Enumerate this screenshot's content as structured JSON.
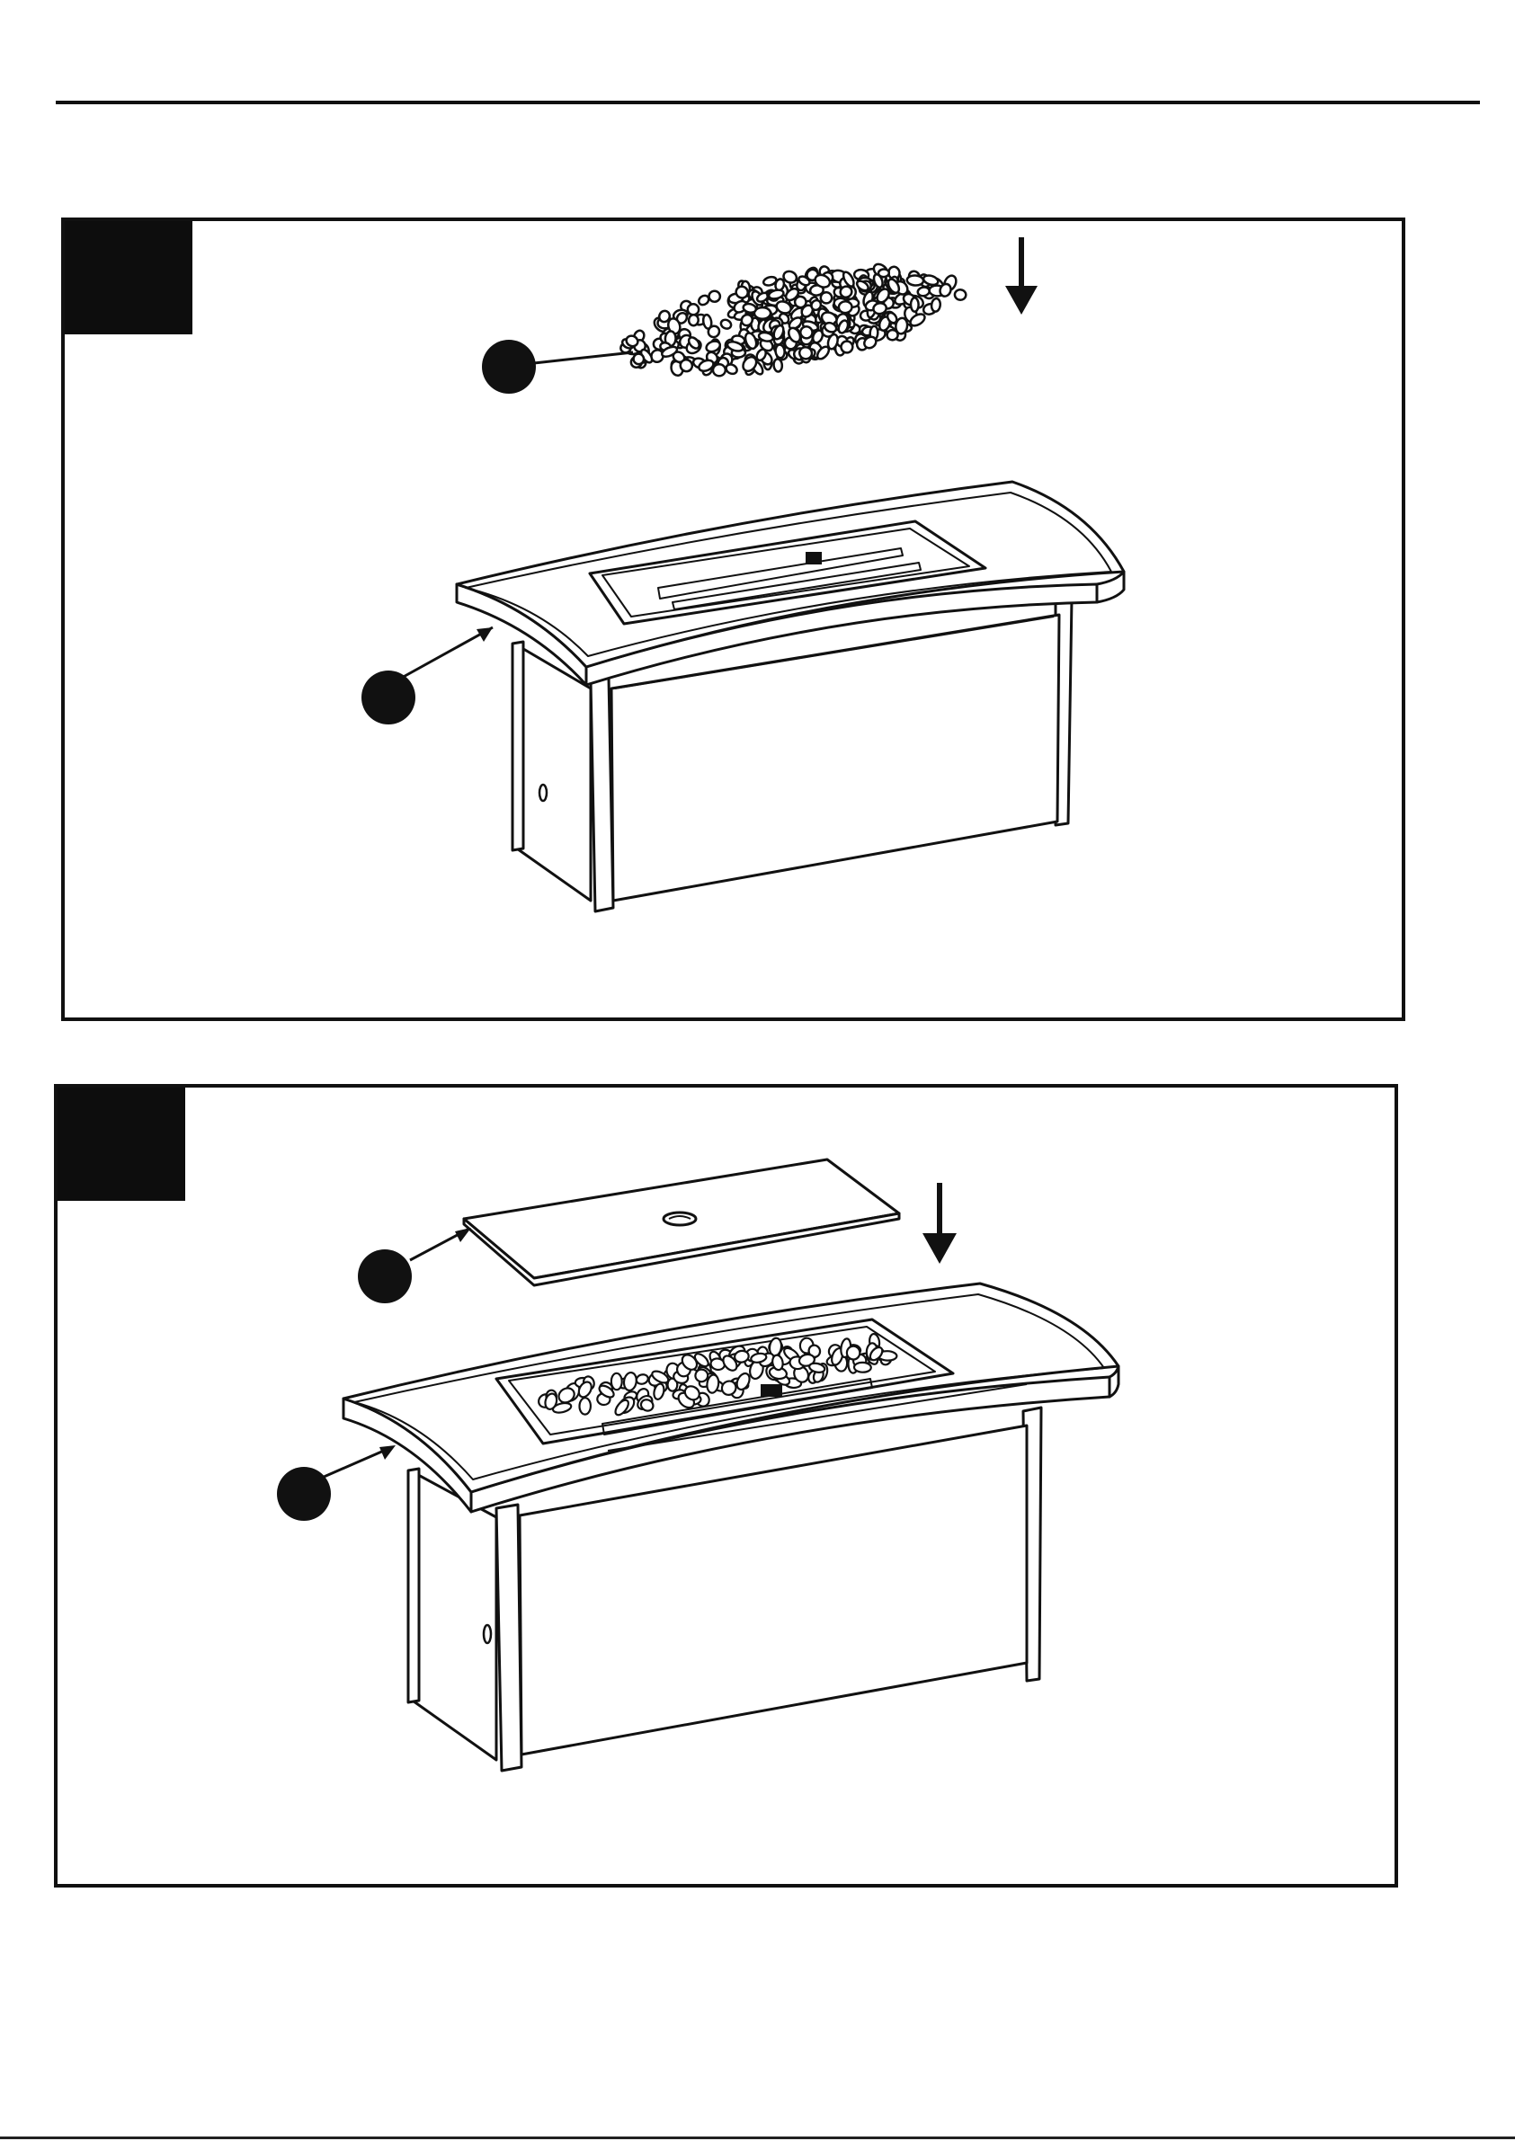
{
  "document": {
    "type": "assembly-instructions",
    "steps": [
      {
        "id": "step-1",
        "illustration": "pour-lava-rocks-into-burner"
      },
      {
        "id": "step-2",
        "illustration": "place-lid-on-burner"
      }
    ],
    "icons": [
      "down-arrow-icon",
      "part-callout-marker-icon"
    ]
  }
}
